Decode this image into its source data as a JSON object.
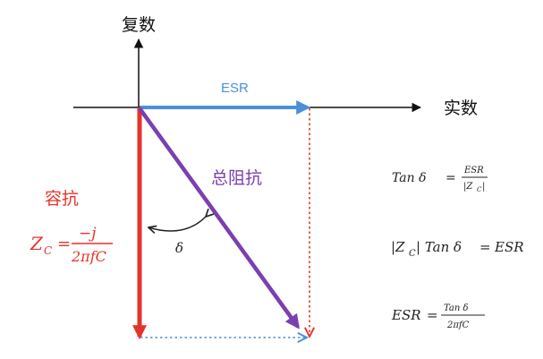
{
  "axes": {
    "imaginary_label": "复数",
    "real_label": "实数"
  },
  "vectors": {
    "esr_label": "ESR",
    "impedance_label": "总阻抗",
    "capacitive_label": "容抗",
    "angle_label": "δ"
  },
  "capacitor_formula": {
    "lhs": "Z",
    "lhs_sub": "C",
    "equals": "=",
    "numerator": "−j",
    "denominator": "2πfC"
  },
  "equations": {
    "eq1": {
      "lhs": "Tan  δ",
      "equals": "=",
      "numerator": "ESR",
      "denominator": "|Z",
      "denominator_sub": "C",
      "denominator_end": "|"
    },
    "eq2": {
      "prefix": "|Z",
      "sub": "C",
      "rest": "| Tan  δ",
      "equals": "=",
      "rhs": "ESR"
    },
    "eq3": {
      "lhs": "ESR",
      "equals": "=",
      "numerator": "Tan  δ",
      "denominator": "2πfC"
    }
  },
  "colors": {
    "esr": "#4a90d9",
    "impedance": "#7a3fb0",
    "capacitive": "#e5332a",
    "axis": "#111111"
  }
}
